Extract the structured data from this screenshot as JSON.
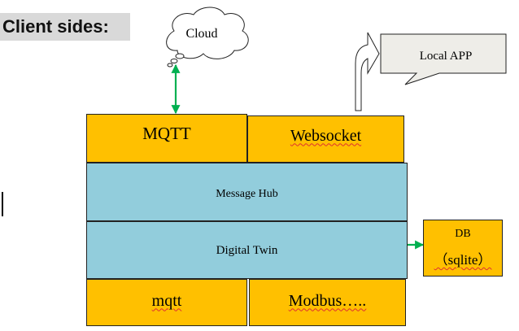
{
  "heading": "Client sides:",
  "cloud": {
    "label": "Cloud"
  },
  "local_app": {
    "label": "Local APP"
  },
  "layers": {
    "mqtt_top": "MQTT",
    "websocket": "Websocket",
    "message_hub": "Message Hub",
    "digital_twin": "Digital Twin",
    "mqtt_bottom": "mqtt",
    "modbus": "Modbus….."
  },
  "db": {
    "title": "DB",
    "engine": "（sqlite）"
  },
  "colors": {
    "orange": "#ffc000",
    "blue": "#92cddc",
    "arrow_green": "#00b050",
    "heading_bg": "#d9d9d9"
  }
}
